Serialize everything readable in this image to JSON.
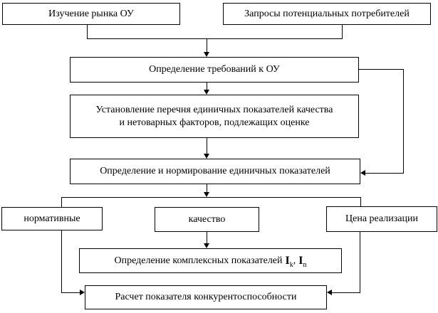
{
  "colors": {
    "background": "#ffffff",
    "line": "#000000",
    "text": "#000000"
  },
  "boxes": {
    "market_research": "Изучение рынка ОУ",
    "consumer_requests": "Запросы потенциальных потребителей",
    "requirements": "Определение требований к ОУ",
    "criteria_line1": "Установление перечня единичных показателей качества",
    "criteria_line2": "и нетоварных факторов, подлежащих оценке",
    "normalization": "Определение и нормирование единичных показателей",
    "normative": "нормативные",
    "quality": "качество",
    "price": "Цена реализации",
    "complex": {
      "prefix": "Определение комплексных показателей",
      "symbol1": "I",
      "sub1": "k",
      "separator": ",",
      "symbol2": "I",
      "sub2": "n"
    },
    "competitiveness": "Расчет показателя конкурентоспособности"
  }
}
